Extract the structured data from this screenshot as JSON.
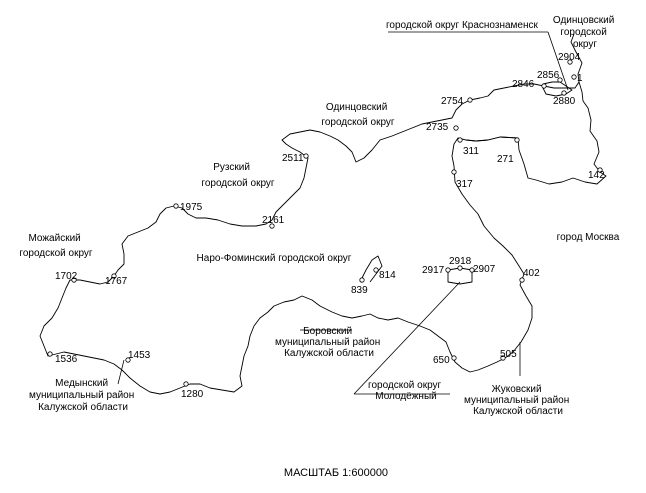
{
  "map": {
    "regions": [
      {
        "id": "krasnoznamensk",
        "lines": [
          "городской округ Краснознаменск"
        ]
      },
      {
        "id": "odintsovo-ne",
        "lines": [
          "Одинцовский",
          "городской",
          "округ"
        ]
      },
      {
        "id": "odintsovo",
        "lines": [
          "Одинцовский",
          "городской округ"
        ]
      },
      {
        "id": "ruza",
        "lines": [
          "Рузский",
          "городской округ"
        ]
      },
      {
        "id": "mozhaysk",
        "lines": [
          "Можайский",
          "городской округ"
        ]
      },
      {
        "id": "moscow",
        "lines": [
          "город Москва"
        ]
      },
      {
        "id": "naro-fominsk",
        "lines": [
          "Наро-Фоминский городской округ"
        ]
      },
      {
        "id": "borovsk",
        "lines": [
          "Боровский",
          "муниципальный район",
          "Калужской области"
        ]
      },
      {
        "id": "medyn",
        "lines": [
          "Медынский",
          "муниципальный район",
          "Калужской области"
        ]
      },
      {
        "id": "molodezhny",
        "lines": [
          "городской округ",
          "Молодёжный"
        ]
      },
      {
        "id": "zhukovsky",
        "lines": [
          "Жуковский",
          "муниципальный район",
          "Калужской области"
        ]
      }
    ],
    "points": [
      "1",
      "2904",
      "2856",
      "2846",
      "2880",
      "2754",
      "2735",
      "311",
      "271",
      "317",
      "142",
      "2511",
      "1975",
      "2161",
      "1702",
      "1767",
      "814",
      "2918",
      "2917",
      "2907",
      "839",
      "402",
      "1536",
      "1453",
      "650",
      "505",
      "1280"
    ],
    "scale": "МАСШТАБ 1:600000"
  }
}
